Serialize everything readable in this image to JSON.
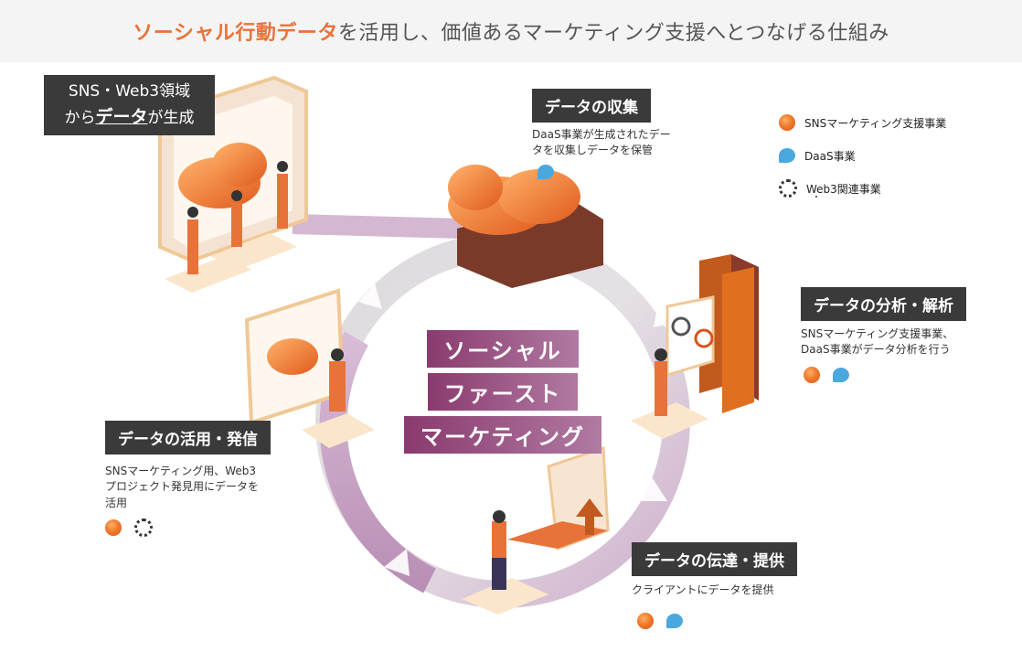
{
  "header": {
    "highlight": "ソーシャル行動データ",
    "rest": "を活用し、価値あるマーケティング支援へとつなげる仕組み"
  },
  "origin": {
    "line1": "SNS・Web3領域",
    "line2_prefix": "から",
    "line2_emph": "データ",
    "line2_suffix": "が生成"
  },
  "steps": {
    "collect": {
      "title": "データの収集",
      "desc_line1": "DaaS事業が生成されたデー",
      "desc_line2": "タを収集しデータを保管"
    },
    "analyze": {
      "title": "データの分析・解析",
      "desc_line1": "SNSマーケティング支援事業、",
      "desc_line2": "DaaS事業がデータ分析を行う"
    },
    "deliver": {
      "title": "データの伝達・提供",
      "desc_line1": "クライアントにデータを提供"
    },
    "utilize": {
      "title": "データの活用・発信",
      "desc_line1": "SNSマーケティング用、Web3",
      "desc_line2": "プロジェクト発見用にデータを",
      "desc_line3": "活用"
    }
  },
  "center": {
    "line1": "ソーシャル",
    "line2": "ファースト",
    "line3": "マーケティング"
  },
  "legend": {
    "items": [
      {
        "icon": "orange-sphere-icon",
        "label": "SNSマーケティング支援事業"
      },
      {
        "icon": "blue-speech-bubble-icon",
        "label": "DaaS事業"
      },
      {
        "icon": "web3-ring-icon",
        "label": "Web3関連事業"
      }
    ]
  },
  "colors": {
    "accent_orange": "#e8733a",
    "ring_purple": "#c9a6c6",
    "ring_grey": "#d8d4d8",
    "label_bg": "#3a3a3a",
    "daas_blue": "#4aa8de"
  }
}
